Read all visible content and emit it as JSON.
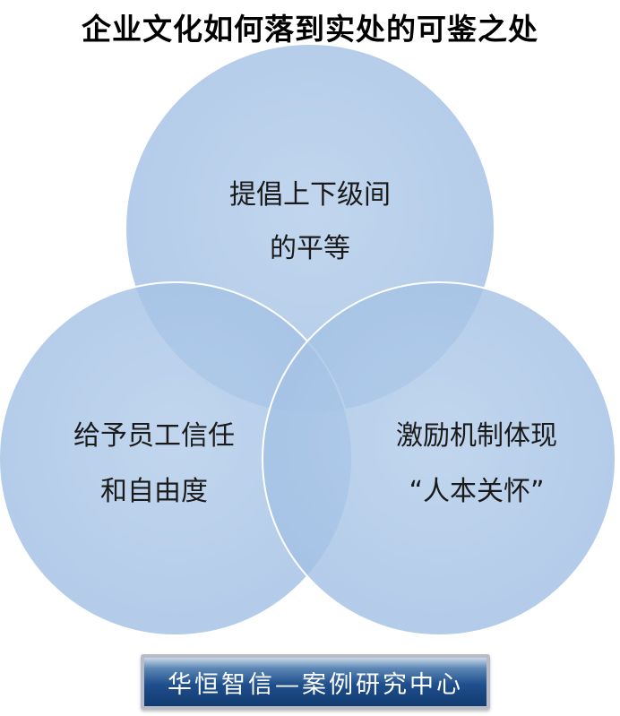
{
  "title": "企业文化如何落到实处的可鉴之处",
  "circles": {
    "top": {
      "line1": "提倡上下级间",
      "line2": "的平等"
    },
    "left": {
      "line1": "给予员工信任",
      "line2": "和自由度"
    },
    "right": {
      "line1": "激励机制体现",
      "line2": "“人本关怀”"
    }
  },
  "colors": {
    "circle_fill": "#a9c6e8",
    "circle_stroke": "#ffffff",
    "title": "#000000",
    "banner": "#1f4f8d"
  },
  "banner": {
    "text": "华恒智信—案例研究中心"
  }
}
